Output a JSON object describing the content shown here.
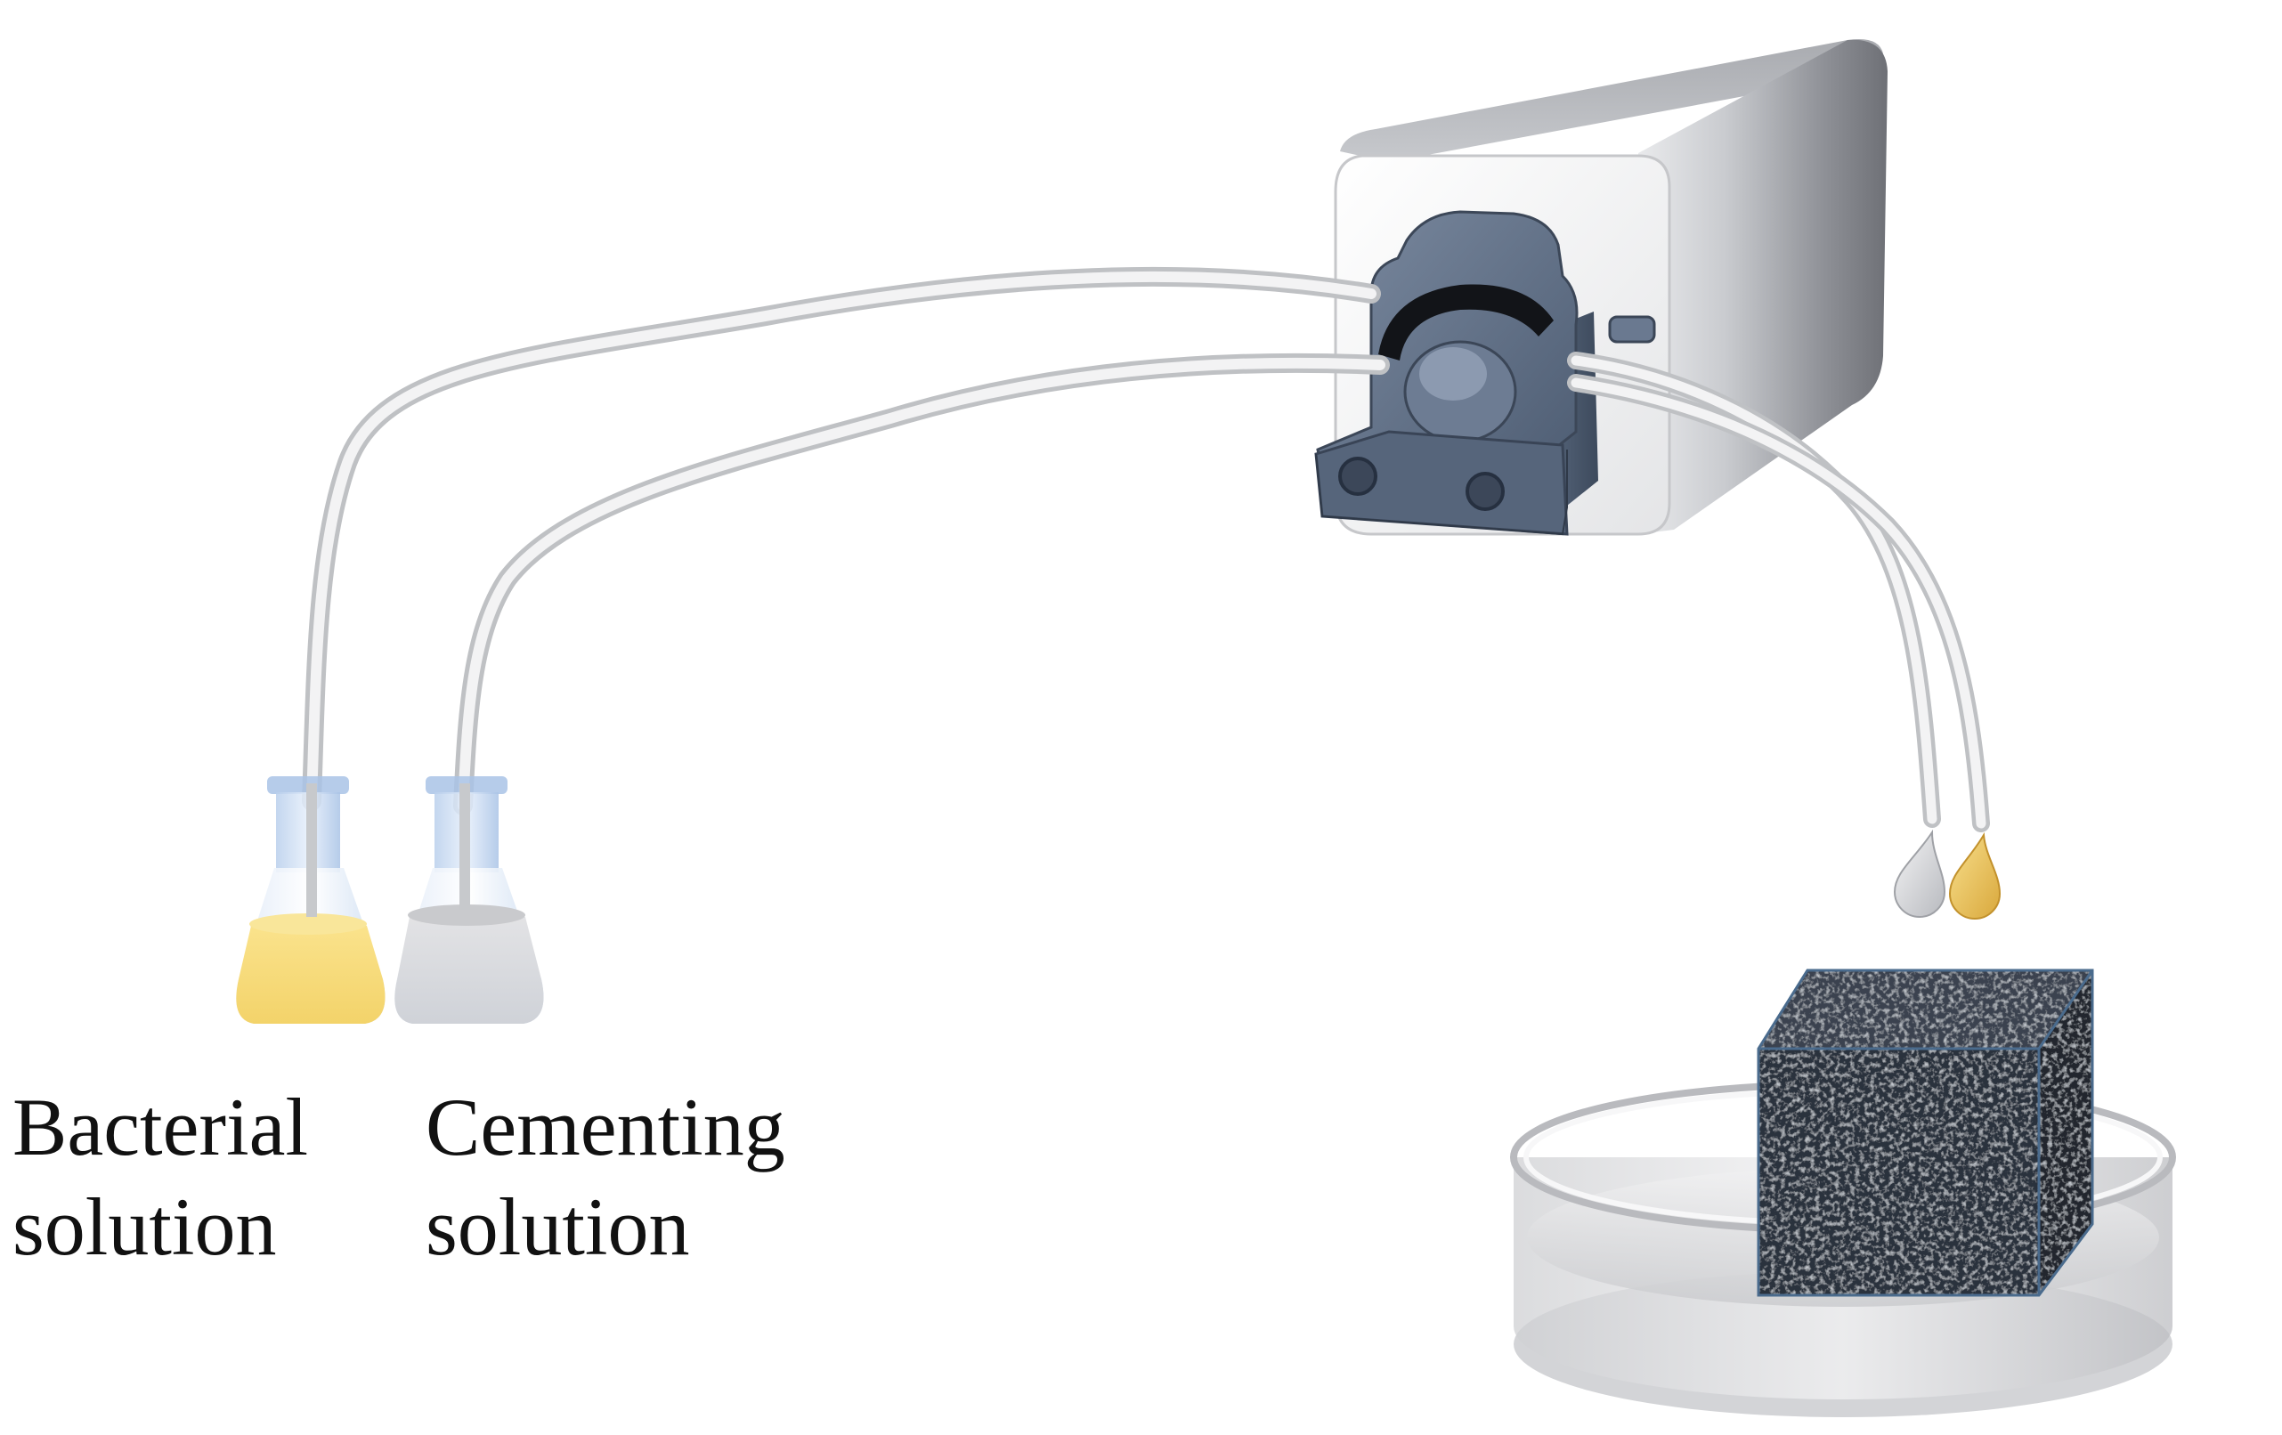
{
  "labels": {
    "bacterial": {
      "line1": "Bacterial",
      "line2": "solution"
    },
    "cementing": {
      "line1": "Cementing",
      "line2": "solution"
    }
  },
  "colors": {
    "pump_body": "#9c9ea3",
    "pump_front": "#f2f2f2",
    "pump_head": "#5f6f86",
    "tubing": "#e6e7e9",
    "bacterial_liquid": "#f7dc7a",
    "cementing_liquid": "#d9d9dc",
    "flask_glass": "#cfe0f4",
    "sample_block": "#2a3038",
    "petri_dish": "#dcdcdc"
  },
  "icons": [
    "peristaltic-pump-icon",
    "flask-icon",
    "droplet-icon",
    "sample-cube-icon",
    "petri-dish-icon"
  ]
}
